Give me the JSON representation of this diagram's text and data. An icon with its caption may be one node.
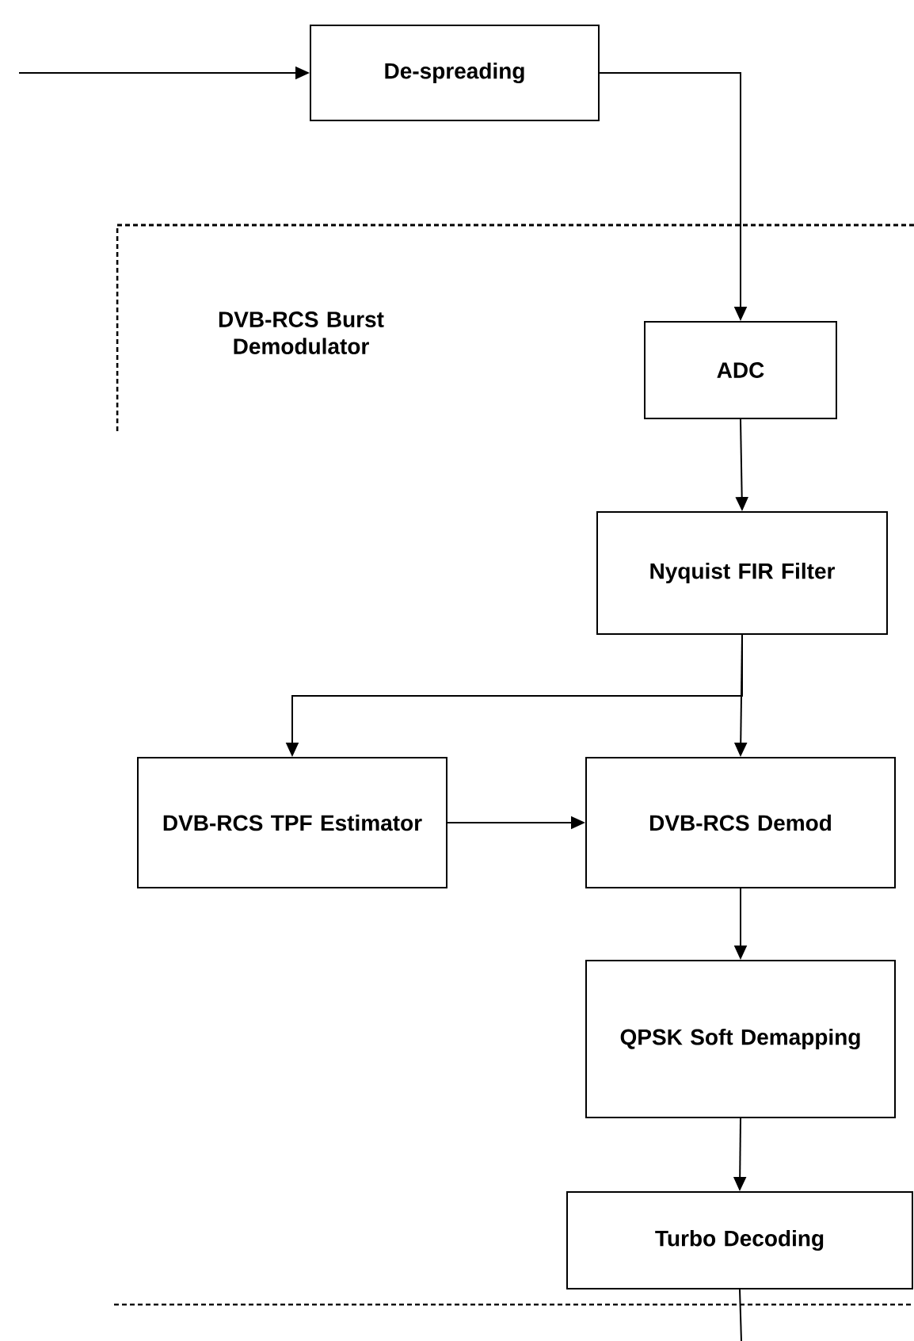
{
  "diagram": {
    "nodes": [
      {
        "text": [
          "De-spreading"
        ]
      },
      {
        "text": [
          "ADC"
        ]
      },
      {
        "text": [
          "Nyquist FIR Filter"
        ]
      },
      {
        "text": [
          "DVB-RCS TPF Estimator"
        ]
      },
      {
        "text": [
          "DVB-RCS Demod"
        ]
      },
      {
        "text": [
          "QPSK Soft Demapping"
        ]
      },
      {
        "text": [
          "Turbo Decoding"
        ]
      }
    ],
    "edges": [
      {
        "from": null,
        "to": 0,
        "arrow": "to"
      },
      {
        "from": 0,
        "to": 1,
        "arrow": "to"
      },
      {
        "from": 1,
        "to": 2,
        "arrow": "to"
      },
      {
        "from": 2,
        "to": 3,
        "arrow": "to"
      },
      {
        "from": 2,
        "to": 4,
        "arrow": "to"
      },
      {
        "from": 3,
        "to": 4,
        "arrow": "to"
      },
      {
        "from": 4,
        "to": 5,
        "arrow": "to"
      },
      {
        "from": 5,
        "to": 6,
        "arrow": "to"
      },
      {
        "from": 6,
        "to": null,
        "arrow": "none"
      }
    ],
    "labels": [
      "DVB-RCS Burst Demodulator"
    ]
  }
}
